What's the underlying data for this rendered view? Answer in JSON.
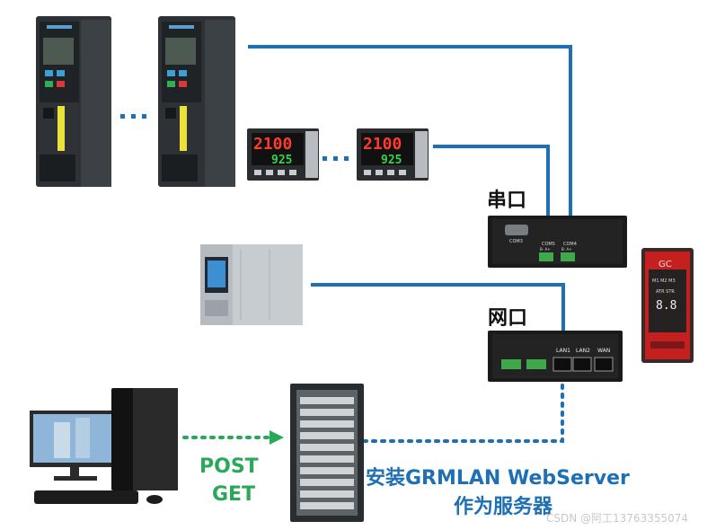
{
  "labels": {
    "serial_port": "串口",
    "ethernet_port": "网口",
    "post": "POST",
    "get": "GET",
    "install": "安装GRMLAN WebServer",
    "as_server": "作为服务器"
  },
  "controller_display": {
    "top_value": "2100",
    "bottom_value": "925"
  },
  "serial_gateway": {
    "port_com3": "COM3",
    "port_com5": "COM5",
    "port_com4": "COM4",
    "pins": "B- A+"
  },
  "ethernet_gateway": {
    "port_lan1": "LAN1",
    "port_lan2": "LAN2",
    "port_wan": "WAN"
  },
  "module": {
    "logo": "GC",
    "indicators": "M1 M2 M3",
    "status_row": "ATR STR",
    "digits": "8.8"
  },
  "watermark": "CSDN @阿工13763355074",
  "colors": {
    "blue_line": "#1e6fb4",
    "green_arrow": "#2aa85a"
  }
}
